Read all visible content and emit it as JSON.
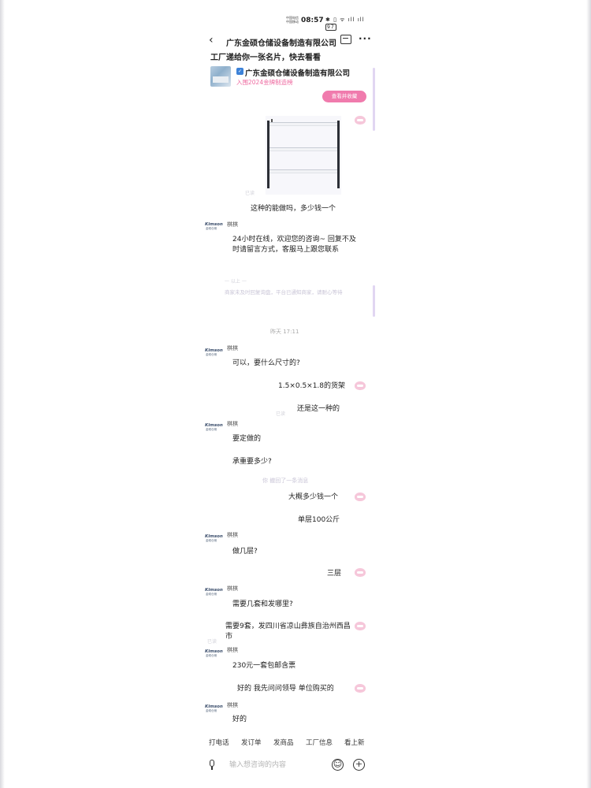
{
  "status_bar": {
    "carrier_1": "中国电信",
    "carrier_2": "中国移动",
    "time": "08:57",
    "icons": "✱ ▯ ᯤ ıll ıll",
    "battery": "97"
  },
  "header": {
    "title": "广东金硕仓储设备制造有限公司",
    "icons": {
      "back": "back-arrow-icon",
      "store": "store-icon",
      "more": "more-icon"
    }
  },
  "card": {
    "title": "工厂递给你一张名片，快去看看",
    "company": "广东金硕仓储设备制造有限公司",
    "badge": "入围2024金牌制造榜",
    "button": "查看并收藏"
  },
  "faint_labels": {
    "read_1": "已读",
    "read_2": "已读",
    "read_3": "已读"
  },
  "contact": {
    "sender_name": "棋棋",
    "logo_text": "Kimson",
    "logo_sub": "金硕仓储"
  },
  "messages": [
    {
      "side": "right",
      "text": "这种的能做吗，多少钱一个"
    },
    {
      "side": "left",
      "text": "24小时在线，欢迎您的咨询~ 回复不及时请留言方式，客服马上跟您联系"
    },
    {
      "side": "system",
      "text": "商家未及时回复询盘，平台已通知商家，请耐心等待"
    },
    {
      "side": "left",
      "text": "可以，要什么尺寸的?"
    },
    {
      "side": "right",
      "text": "1.5×0.5×1.8的货架"
    },
    {
      "side": "right",
      "text": "还是这一种的"
    },
    {
      "side": "left",
      "text": "要定做的"
    },
    {
      "side": "left",
      "text": "承重要多少?"
    },
    {
      "side": "system",
      "text": "你 撤回了一条消息"
    },
    {
      "side": "right",
      "text": "大概多少钱一个"
    },
    {
      "side": "right",
      "text": "单层100公斤"
    },
    {
      "side": "left",
      "text": "做几层?"
    },
    {
      "side": "right",
      "text": "三层"
    },
    {
      "side": "left",
      "text": "需要几套和发哪里?"
    },
    {
      "side": "right",
      "text": "需要9套，发四川省凉山彝族自治州西昌市"
    },
    {
      "side": "left",
      "text": "230元一套包邮含票"
    },
    {
      "side": "right",
      "text": "好的 我先问问领导 单位购买的"
    },
    {
      "side": "left",
      "text": "好的"
    }
  ],
  "timestamp": "昨天 17:11",
  "system_top": "一 以上 一",
  "quick_actions": [
    "打电话",
    "发订单",
    "发商品",
    "工厂信息",
    "看上新"
  ],
  "input": {
    "placeholder": "输入想咨询的内容",
    "icons": {
      "voice": "microphone-icon",
      "emoji": "emoji-icon",
      "plus": "plus-icon"
    }
  },
  "colors": {
    "accent": "#f07bad",
    "badge": "#ee6aa0",
    "scroll": "#e1d6f2"
  }
}
